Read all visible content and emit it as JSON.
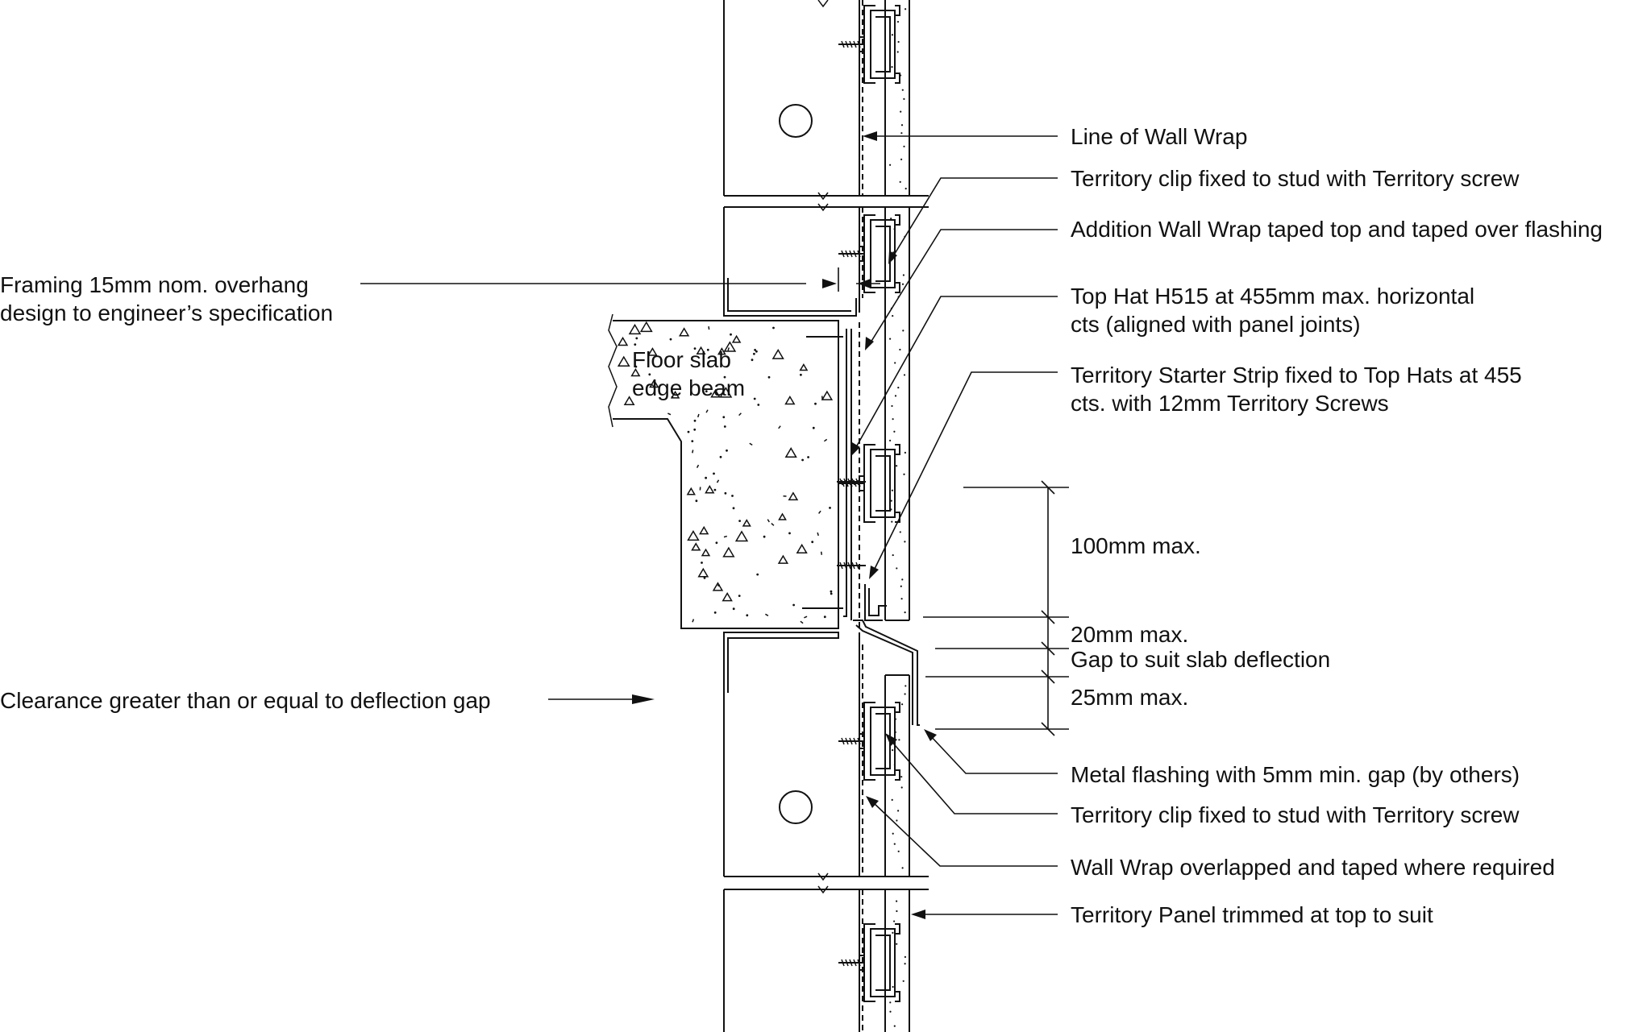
{
  "colors": {
    "ink": "#111111",
    "background": "#ffffff"
  },
  "labels": {
    "wall_wrap_line": "Line of Wall Wrap",
    "clip_top": "Territory clip fixed to stud with Territory screw",
    "addition_wrap": "Addition Wall Wrap taped top and taped over flashing",
    "framing_1": "Framing 15mm nom. overhang",
    "framing_2": "design to engineer’s specification",
    "slab_1": "Floor slab",
    "slab_2": "edge beam",
    "top_hat_1": "Top Hat H515 at 455mm max. horizontal",
    "top_hat_2": "cts (aligned with panel joints)",
    "starter_1": "Territory Starter Strip fixed to Top Hats at 455",
    "starter_2": "cts. with 12mm Territory Screws",
    "dim_100": "100mm max.",
    "dim_20": "20mm max.",
    "gap_deflection": "Gap to suit slab deflection",
    "dim_25": "25mm max.",
    "clearance": "Clearance greater than or equal to deflection gap",
    "flashing": "Metal flashing with 5mm min. gap (by others)",
    "clip_bottom": "Territory clip fixed to stud with Territory screw",
    "wrap_overlap": "Wall Wrap overlapped and taped where required",
    "panel_trim": "Territory Panel trimmed at top to suit"
  }
}
